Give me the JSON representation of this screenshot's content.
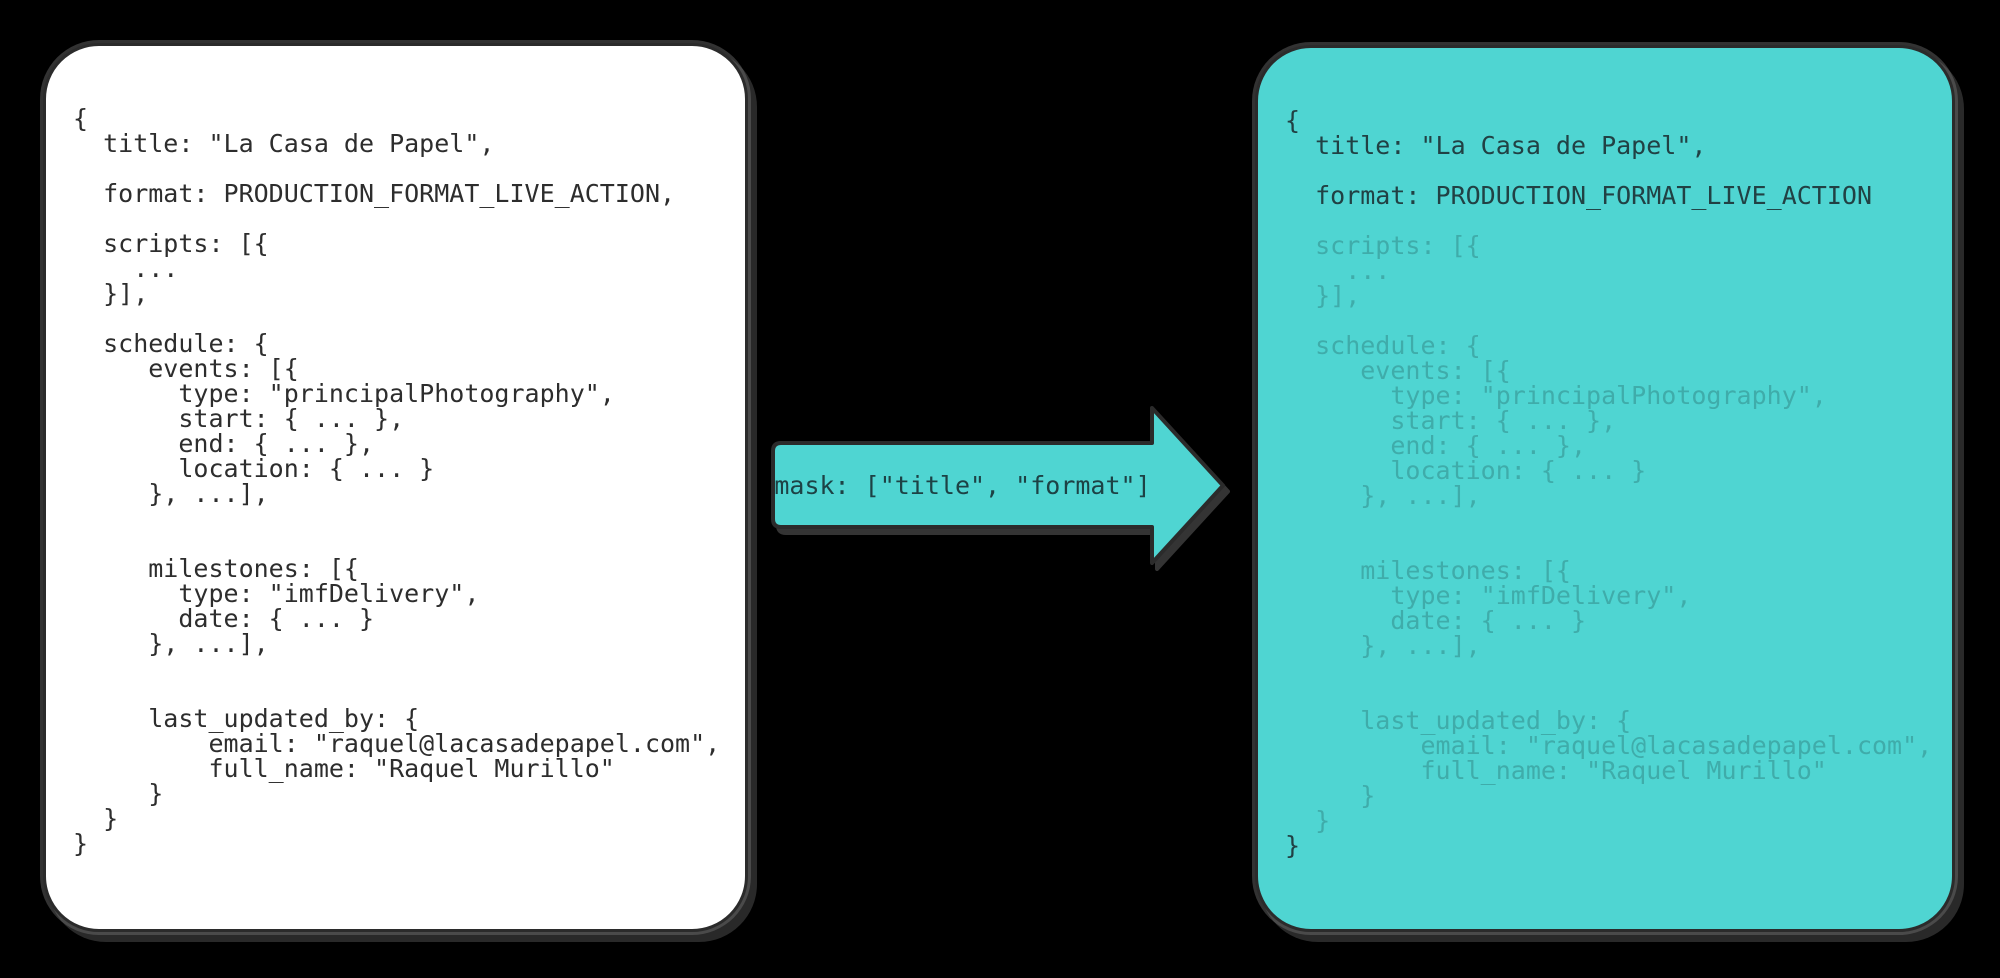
{
  "diagram": {
    "description_colors": {
      "background": "#000000",
      "accent_teal": "#4FD5D2",
      "panel_border": "#2b2b2b",
      "left_text": "#2d2d2d",
      "right_text_visible": "#214144",
      "right_text_masked": "#3FACAA"
    },
    "arrow": {
      "label": "mask: [\"title\", \"format\"]"
    },
    "left_panel": {
      "lines": [
        {
          "t": "{"
        },
        {
          "t": "  title: \"La Casa de Papel\","
        },
        {
          "t": ""
        },
        {
          "t": "  format: PRODUCTION_FORMAT_LIVE_ACTION,"
        },
        {
          "t": ""
        },
        {
          "t": "  scripts: [{"
        },
        {
          "t": "    ..."
        },
        {
          "t": "  }],"
        },
        {
          "t": ""
        },
        {
          "t": "  schedule: {"
        },
        {
          "t": "     events: [{"
        },
        {
          "t": "       type: \"principalPhotography\","
        },
        {
          "t": "       start: { ... },"
        },
        {
          "t": "       end: { ... },"
        },
        {
          "t": "       location: { ... }"
        },
        {
          "t": "     }, ...],"
        },
        {
          "t": ""
        },
        {
          "t": ""
        },
        {
          "t": "     milestones: [{"
        },
        {
          "t": "       type: \"imfDelivery\","
        },
        {
          "t": "       date: { ... }"
        },
        {
          "t": "     }, ...],"
        },
        {
          "t": ""
        },
        {
          "t": ""
        },
        {
          "t": "     last_updated_by: {"
        },
        {
          "t": "         email: \"raquel@lacasadepapel.com\","
        },
        {
          "t": "         full_name: \"Raquel Murillo\""
        },
        {
          "t": "     }"
        },
        {
          "t": "  }"
        },
        {
          "t": "}"
        }
      ]
    },
    "right_panel": {
      "lines": [
        {
          "t": "{"
        },
        {
          "t": "  title: \"La Casa de Papel\","
        },
        {
          "t": ""
        },
        {
          "t": "  format: PRODUCTION_FORMAT_LIVE_ACTION"
        },
        {
          "t": ""
        },
        {
          "t": "  scripts: [{",
          "dim": true
        },
        {
          "t": "    ...",
          "dim": true
        },
        {
          "t": "  }],",
          "dim": true
        },
        {
          "t": ""
        },
        {
          "t": "  schedule: {",
          "dim": true
        },
        {
          "t": "     events: [{",
          "dim": true
        },
        {
          "t": "       type: \"principalPhotography\",",
          "dim": true
        },
        {
          "t": "       start: { ... },",
          "dim": true
        },
        {
          "t": "       end: { ... },",
          "dim": true
        },
        {
          "t": "       location: { ... }",
          "dim": true
        },
        {
          "t": "     }, ...],",
          "dim": true
        },
        {
          "t": ""
        },
        {
          "t": ""
        },
        {
          "t": "     milestones: [{",
          "dim": true
        },
        {
          "t": "       type: \"imfDelivery\",",
          "dim": true
        },
        {
          "t": "       date: { ... }",
          "dim": true
        },
        {
          "t": "     }, ...],",
          "dim": true
        },
        {
          "t": ""
        },
        {
          "t": ""
        },
        {
          "t": "     last_updated_by: {",
          "dim": true
        },
        {
          "t": "         email: \"raquel@lacasadepapel.com\",",
          "dim": true
        },
        {
          "t": "         full_name: \"Raquel Murillo\"",
          "dim": true
        },
        {
          "t": "     }",
          "dim": true
        },
        {
          "t": "  }",
          "dim": true
        },
        {
          "t": "}"
        }
      ]
    }
  }
}
